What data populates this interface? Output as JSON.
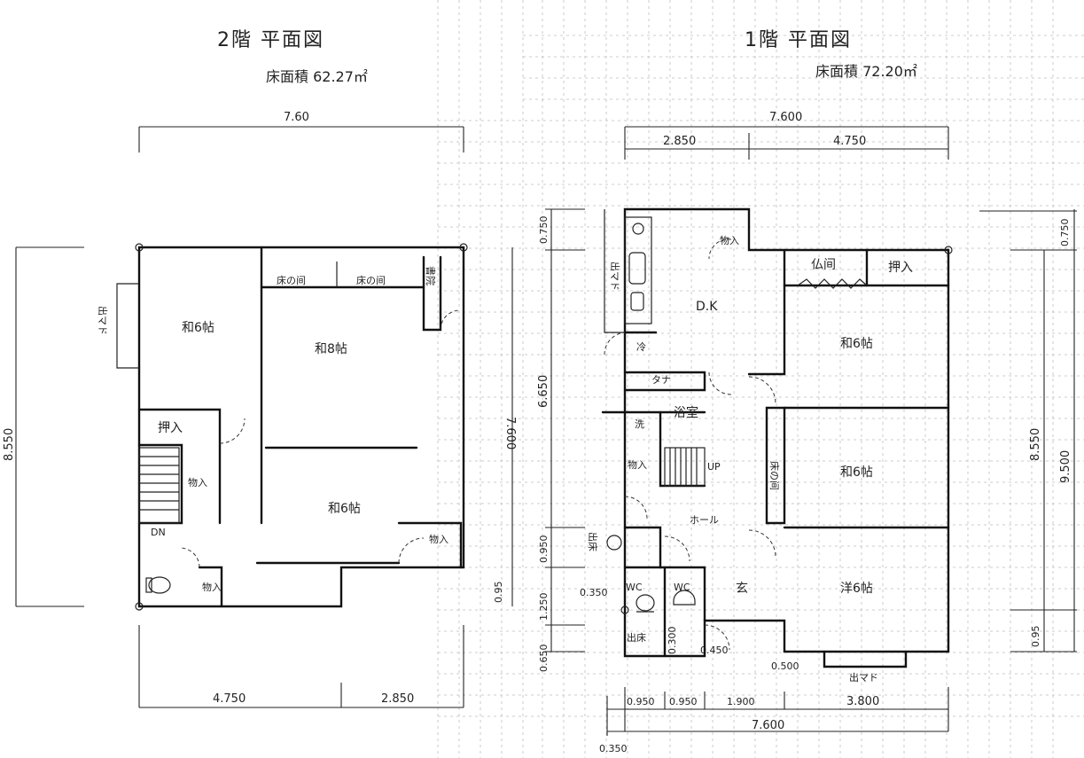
{
  "floor2": {
    "title": "2階 平面図",
    "area": "床面積 62.27㎡",
    "dims": {
      "top_total": "7.60",
      "left_total": "8.550",
      "right_total": "7.600",
      "right_small": "0.95",
      "bottom_left": "4.750",
      "bottom_right": "2.850"
    },
    "rooms": {
      "washitsu6_a": "和6帖",
      "washitsu8": "和8帖",
      "washitsu6_b": "和6帖",
      "oshiire": "押入",
      "monoire_a": "物入",
      "monoire_b": "物入",
      "monoire_c": "物入",
      "tokonoma_a": "床の间",
      "tokonoma_b": "床の间",
      "shoin": "書院",
      "demado": "出マド",
      "down": "DN"
    }
  },
  "floor1": {
    "title": "1階 平面図",
    "area": "床面積 72.20㎡",
    "dims": {
      "top_total": "7.600",
      "top_left": "2.850",
      "top_right": "4.750",
      "left_a": "0.750",
      "left_b": "6.650",
      "left_c": "0.950",
      "left_d": "1.250",
      "left_e": "0.650",
      "right_a": "0.750",
      "right_b": "8.550",
      "right_c": "9.500",
      "right_d": "0.95",
      "bottom_total": "7.600",
      "bottom_a": "0.950",
      "bottom_b": "0.950",
      "bottom_c": "1.900",
      "bottom_d": "3.800",
      "bottom_offset": "0.350",
      "note_a": "0.350",
      "note_b": "0.300",
      "note_c": "0.450",
      "note_d": "0.500"
    },
    "rooms": {
      "dk": "D.K",
      "monoire_top": "物入",
      "butsuma": "仏间",
      "oshiire": "押入",
      "washitsu6_a": "和6帖",
      "washitsu6_b": "和6帖",
      "yoshitsu6": "洋6帖",
      "yokushitsu": "浴室",
      "senmen": "洗",
      "tana": "タナ",
      "reizoko": "冷",
      "hall": "ホール",
      "genkan": "玄",
      "wc_a": "WC",
      "wc_b": "WC",
      "up": "UP",
      "monoire_a": "物入",
      "tokonoma": "床の间",
      "demado_left": "出マド",
      "demado_side": "出床",
      "demado_bottom": "出マド",
      "dedoko": "出床"
    }
  }
}
